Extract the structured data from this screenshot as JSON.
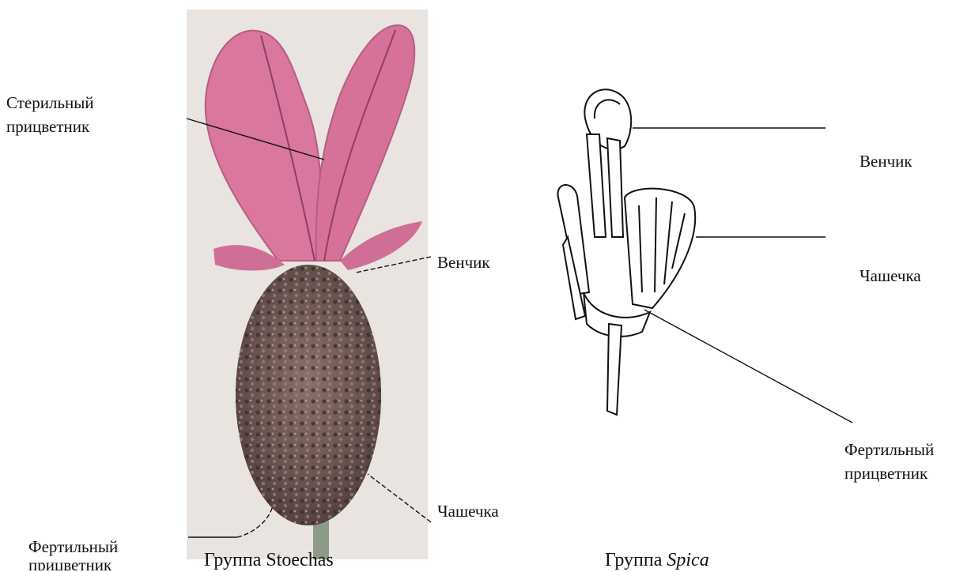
{
  "left_figure": {
    "labels": {
      "sterile_bract_line1": "Стерильный",
      "sterile_bract_line2": "прицветник",
      "corolla": "Венчик",
      "calyx": "Чашечка",
      "fertile_bract_line1": "Фертильный",
      "fertile_bract_line2": "прицветник"
    },
    "caption": "Группа Stoechas"
  },
  "right_figure": {
    "labels": {
      "corolla": "Венчик",
      "calyx": "Чашечка",
      "fertile_bract_line1": "Фертильный",
      "fertile_bract_line2": "прицветник"
    },
    "caption_prefix": "Группа ",
    "caption_italic": "Spica"
  },
  "colors": {
    "bract_pink": "#d9779f",
    "bract_dark": "#a34a72",
    "flower_head": "#6b5550",
    "stem": "#8c9a86",
    "photo_bg": "#e9e4e0"
  }
}
